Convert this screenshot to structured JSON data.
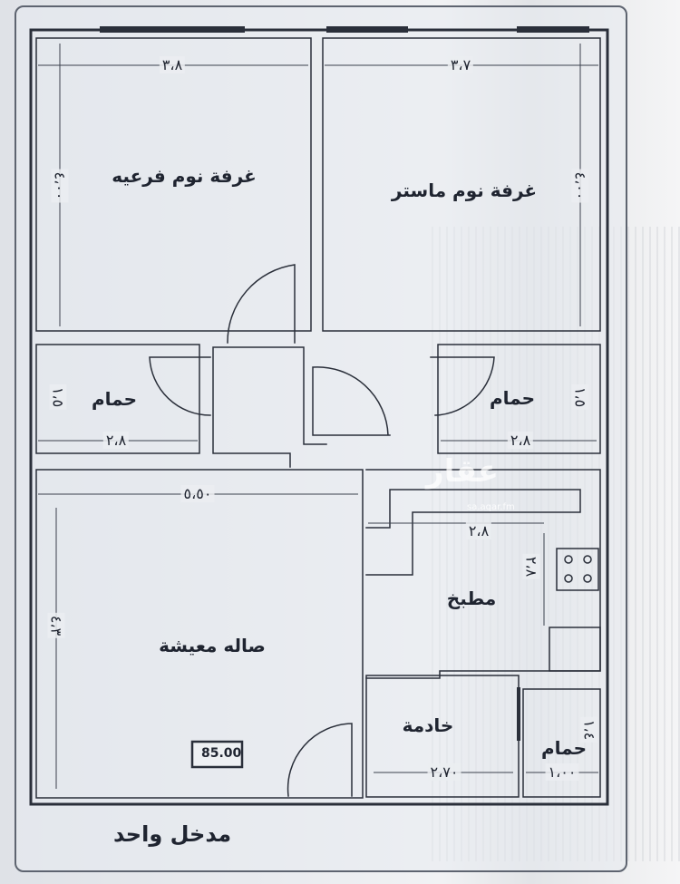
{
  "rooms": {
    "secondary_bedroom": "غرفة نوم فرعيه",
    "master_bedroom": "غرفة نوم ماستر",
    "bathroom_left": "حمام",
    "bathroom_right": "حمام",
    "living_hall": "صاله معيشة",
    "kitchen": "مطبخ",
    "maid_room": "خادمة",
    "maid_bathroom": "حمام"
  },
  "dimensions": {
    "secondary_bedroom_width": "٣،٨",
    "master_bedroom_width": "٣،٧",
    "secondary_bedroom_height": "٤،٠٠",
    "master_bedroom_height": "٤،٠٠",
    "bath_left_width": "٢،٨",
    "bath_left_height": "١،٥",
    "bath_right_width": "٢،٨",
    "bath_right_height": "١،٥",
    "living_width": "٥،٥٠",
    "living_height": "٤،٣",
    "kitchen_width": "٢،٨",
    "kitchen_height": "٢،٨",
    "maid_width": "٢،٧٠",
    "maid_bath_width": "١،٠٠",
    "maid_bath_height": "١،٤"
  },
  "area_label": "85.00",
  "entrance_label": "مدخل واحد",
  "watermark": {
    "brand": "عقار",
    "site": "sa.aqar.fm"
  },
  "colors": {
    "wall": "#2a2f3a",
    "line": "#3b414d"
  }
}
